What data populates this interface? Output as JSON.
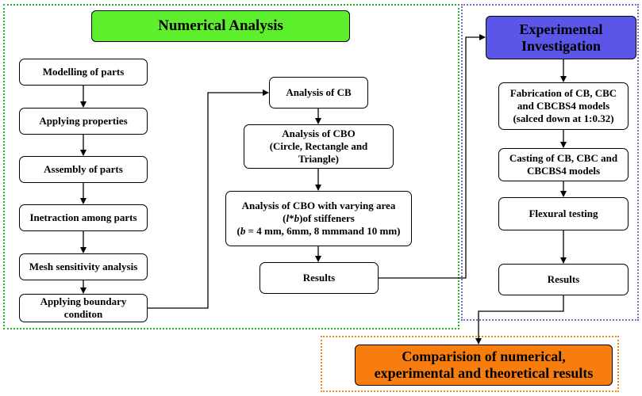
{
  "numerical": {
    "title": "Numerical Analysis",
    "steps": [
      "Modelling of parts",
      "Applying properties",
      "Assembly of parts",
      "Inetraction among parts",
      "Mesh sensitivity analysis"
    ],
    "boundary": [
      "Applying boundary",
      "conditon"
    ],
    "cb": "Analysis of CB",
    "cbo": [
      "Analysis of CBO",
      "(Circle, Rectangle and",
      "Triangle)"
    ],
    "cbo_area": {
      "line1": "Analysis of CBO with varying area",
      "open": "(",
      "l": "l",
      "star": "*",
      "b": "b",
      "close": ")of stiffeners",
      "b2": "b",
      "rest": " = 4 mm, 6mm, 8 mmmand 10 mm)"
    },
    "results": "Results"
  },
  "experimental": {
    "title": [
      "Experimental",
      "Investigation"
    ],
    "fabrication": [
      "Fabrication of CB, CBC",
      "and CBCBS4 models",
      "(salced down at 1:0.32)"
    ],
    "casting": [
      "Casting of CB, CBC and",
      "CBCBS4 models"
    ],
    "flexural": "Flexural testing",
    "results": "Results"
  },
  "comparison": [
    "Comparision of numerical,",
    "experimental and theoretical results"
  ],
  "colors": {
    "green_header": "#5dee2c",
    "blue_header": "#5b56e8",
    "orange_header": "#f77d0f",
    "green_border": "#22b32a",
    "blue_border": "#7a6fd6",
    "orange_border": "#f08a1c"
  }
}
